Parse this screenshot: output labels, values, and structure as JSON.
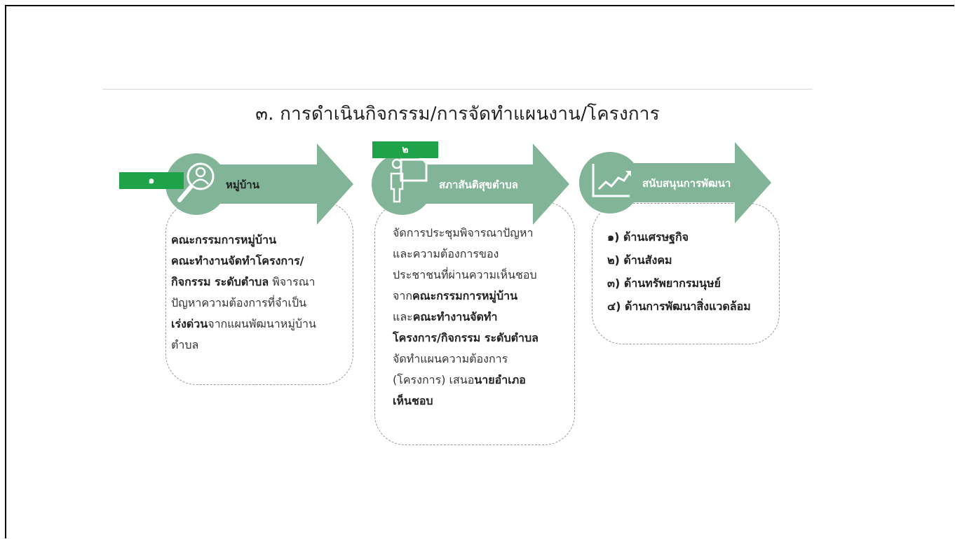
{
  "title": "๓. การดำเนินกิจกรรม/การจัดทำแผนงาน/โครงการ",
  "colors": {
    "arrow": "#82b597",
    "badge": "#1fa34a"
  },
  "steps": [
    {
      "badge": "๑",
      "label": "หมู่บ้าน",
      "icon": "magnifier-person-icon",
      "lines": [
        [
          {
            "t": "คณะกรรมการหมู่บ้าน",
            "b": true
          }
        ],
        [
          {
            "t": "คณะทำงานจัดทำโครงการ/",
            "b": true
          }
        ],
        [
          {
            "t": "กิจกรรม ระดับตำบล",
            "b": true
          },
          {
            "t": "  พิจารณา",
            "b": false
          }
        ],
        [
          {
            "t": "ปัญหาความต้องการที่จำเป็น",
            "b": false
          }
        ],
        [
          {
            "t": "เร่งด่วน",
            "b": true
          },
          {
            "t": "จากแผนพัฒนาหมู่บ้าน",
            "b": false
          }
        ],
        [
          {
            "t": "ตำบล",
            "b": false
          }
        ]
      ]
    },
    {
      "badge": "๒",
      "label": "สภาสันติสุขตำบล",
      "icon": "presenter-board-icon",
      "lines": [
        [
          {
            "t": "จัดการประชุมพิจารณาปัญหา",
            "b": false
          }
        ],
        [
          {
            "t": "และความต้องการของ",
            "b": false
          }
        ],
        [
          {
            "t": "ประชาชนที่ผ่านความเห็นชอบ",
            "b": false
          }
        ],
        [
          {
            "t": "จาก",
            "b": false
          },
          {
            "t": "คณะกรรมการหมู่บ้าน",
            "b": true
          }
        ],
        [
          {
            "t": "และ",
            "b": false
          },
          {
            "t": "คณะทำงานจัดทำ",
            "b": true
          }
        ],
        [
          {
            "t": "โครงการ/กิจกรรม ระดับตำบล",
            "b": true
          }
        ],
        [
          {
            "t": "จัดทำแผนความต้องการ",
            "b": false
          }
        ],
        [
          {
            "t": "(โครงการ) เสนอ",
            "b": false
          },
          {
            "t": "นายอำเภอ",
            "b": true
          }
        ],
        [
          {
            "t": "เห็นชอบ",
            "b": true
          }
        ]
      ]
    },
    {
      "label": "สนับสนุนการพัฒนา",
      "icon": "growth-chart-icon",
      "lines": [
        [
          {
            "t": "๑) ด้านเศรษฐกิจ",
            "b": true
          }
        ],
        [
          {
            "t": "๒) ด้านสังคม",
            "b": true
          }
        ],
        [
          {
            "t": "๓) ด้านทรัพยากรมนุษย์",
            "b": true
          }
        ],
        [
          {
            "t": "๔) ด้านการพัฒนาสิ่งแวดล้อม",
            "b": true
          }
        ]
      ]
    }
  ]
}
